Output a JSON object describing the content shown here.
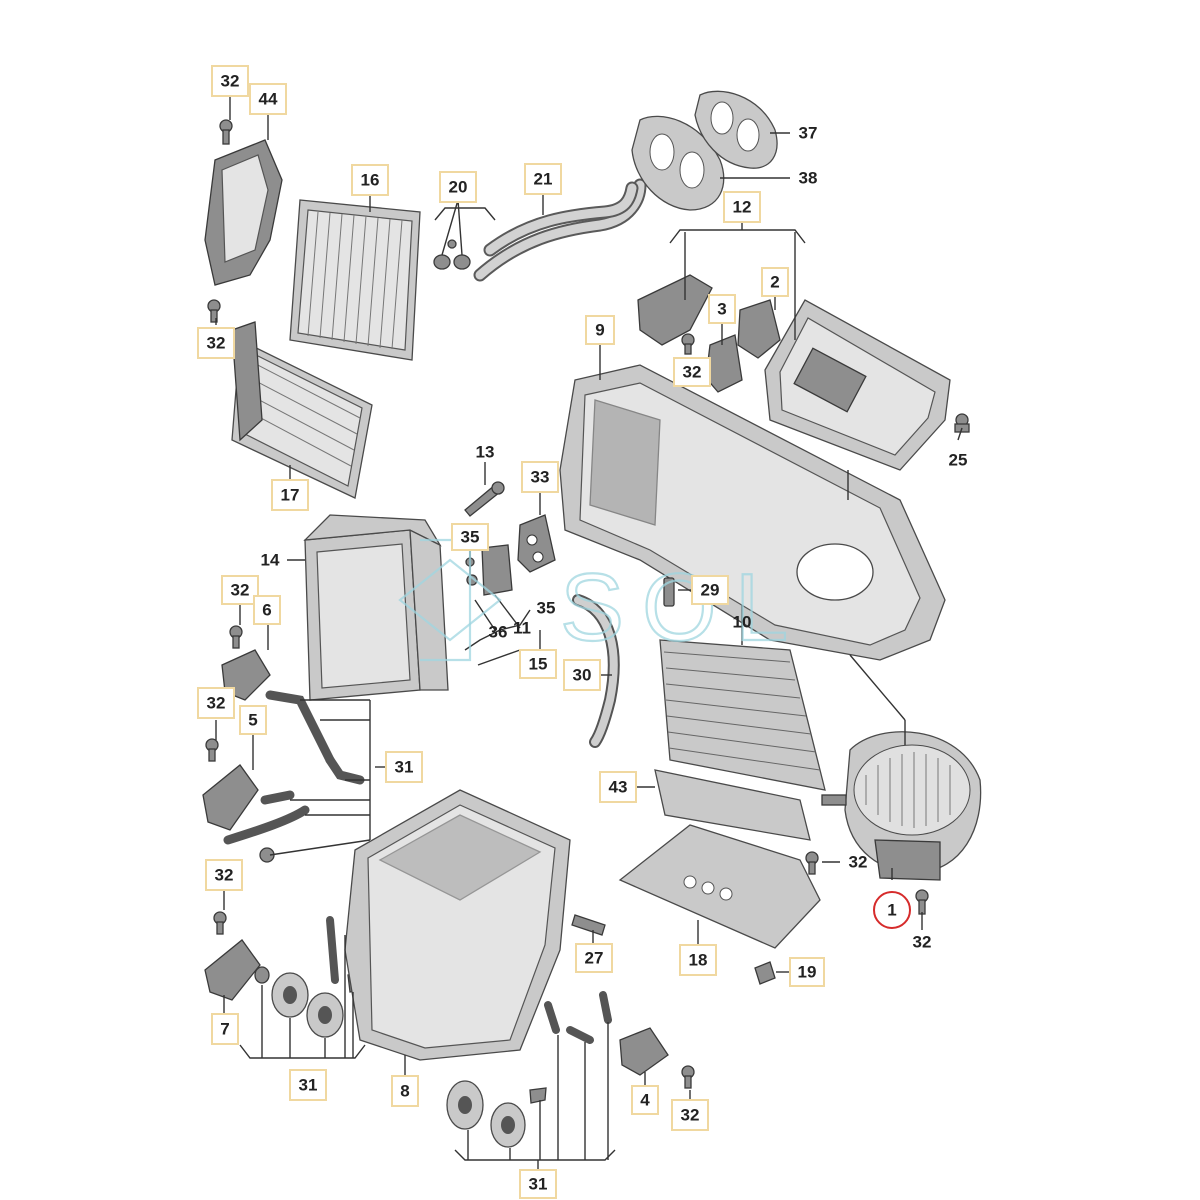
{
  "watermark": "SOL",
  "highlighted_part": "1",
  "callouts": {
    "c44": "44",
    "c32a": "32",
    "c16": "16",
    "c20": "20",
    "c21": "21",
    "c37": "37",
    "c38": "38",
    "c12": "12",
    "c2": "2",
    "c3": "3",
    "c32b": "32",
    "c9": "9",
    "c25": "25",
    "c32c": "32",
    "c17": "17",
    "c13": "13",
    "c33": "33",
    "c14": "14",
    "c35a": "35",
    "c29": "29",
    "c32d": "32",
    "c6": "6",
    "c35b": "35",
    "c11": "11",
    "c36": "36",
    "c10": "10",
    "c15": "15",
    "c30": "30",
    "c32e": "32",
    "c5": "5",
    "c31a": "31",
    "c43": "43",
    "c32f": "32",
    "c32g": "32",
    "c1": "1",
    "c32h": "32",
    "c27": "27",
    "c18": "18",
    "c19": "19",
    "c7": "7",
    "c31b": "31",
    "c8": "8",
    "c4": "4",
    "c32i": "32",
    "c31c": "31"
  }
}
